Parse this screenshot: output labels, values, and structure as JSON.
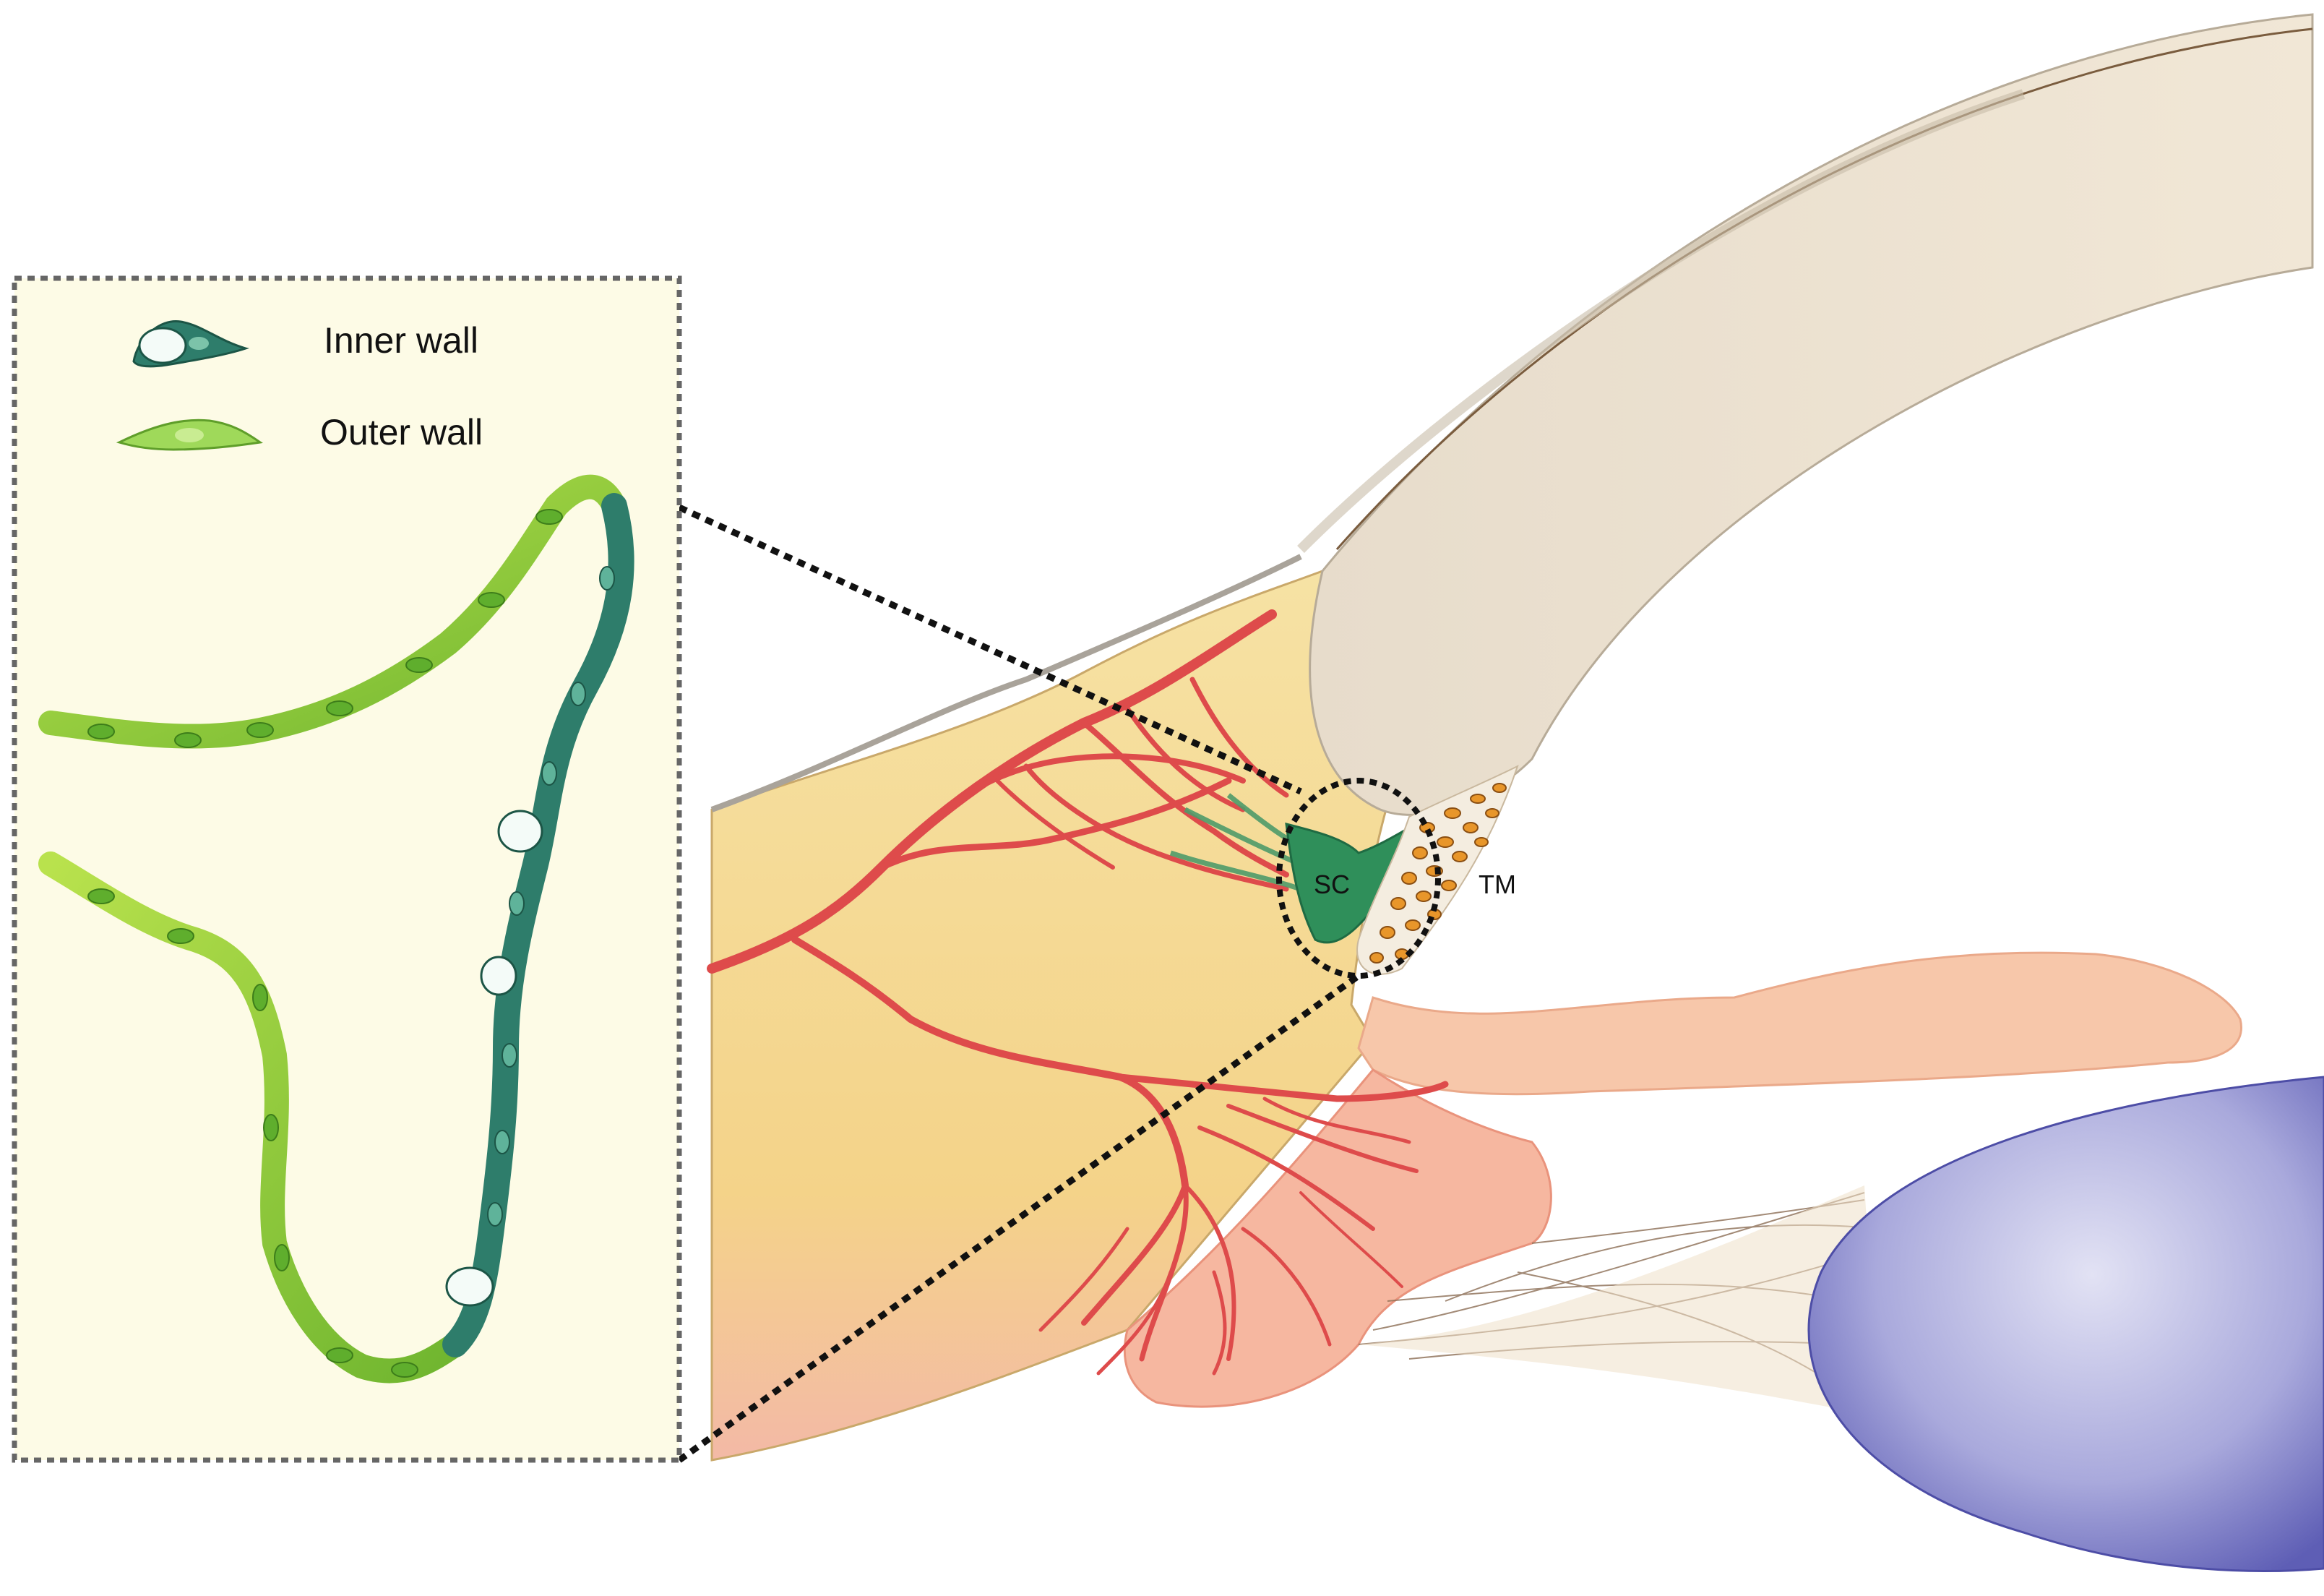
{
  "legend": {
    "items": [
      {
        "label": "Inner wall",
        "icon": "inner-wall-cell-icon",
        "color": "#2e7d6b"
      },
      {
        "label": "Outer wall",
        "icon": "outer-wall-cell-icon",
        "color": "#8fcf3c"
      }
    ]
  },
  "labels": {
    "schlemm_canal": "SC",
    "trabecular_meshwork": "TM"
  },
  "colors": {
    "inset_background": "#fdfbe6",
    "inset_border": "#666666",
    "cornea": "#efe3cf",
    "sclera": "#f6df9a",
    "iris": "#f7c3a6",
    "vessels": "#de4b4b",
    "schlemm_canal": "#2f8f5a",
    "meshwork": "#e8962a",
    "lens": "#7c7cc8",
    "inner_wall": "#2e7d6b",
    "outer_wall": "#8fcf3c"
  }
}
